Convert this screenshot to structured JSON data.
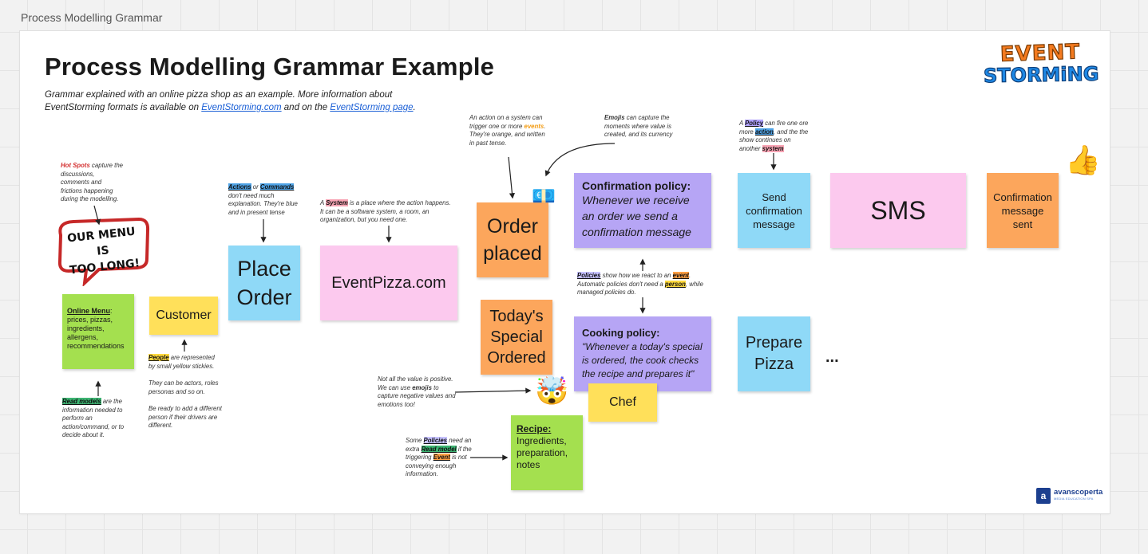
{
  "frame": {
    "label": "Process Modelling Grammar"
  },
  "header": {
    "title": "Process Modelling Grammar Example",
    "subtitle_line1": "Grammar explained with an online pizza shop as an example. More information about",
    "subtitle_prefix": "EventStorming formats is available on ",
    "link1": "EventStorming.com",
    "subtitle_mid": " and on the ",
    "link2": "EventStorming page",
    "subtitle_end": "."
  },
  "logo": {
    "line1": "EVENT",
    "line2": "STORMiNG",
    "color_primary": "#f47b20",
    "color_secondary": "#1e88e5"
  },
  "speech_bubble": {
    "text_line1": "OUR MENU IS",
    "text_line2": "TOO LONG!"
  },
  "stickies": {
    "online_menu": {
      "title": "Online Menu",
      "body": "prices, pizzas, ingredients, allergens, recommendations",
      "color": "#a4e04f"
    },
    "customer": {
      "text": "Customer",
      "color": "#ffe05a"
    },
    "place_order": {
      "text": "Place Order",
      "color": "#8fd9f7"
    },
    "eventpizza": {
      "text": "EventPizza.com",
      "color": "#fcc9ee"
    },
    "order_placed": {
      "text": "Order placed",
      "color": "#fca65c"
    },
    "todays_special": {
      "text": "Today's Special Ordered",
      "color": "#fca65c"
    },
    "confirmation_policy": {
      "title": "Confirmation policy:",
      "body": "Whenever we receive an order we send a confirmation message",
      "color": "#b6a5f5"
    },
    "cooking_policy": {
      "title": "Cooking policy:",
      "body": "\"Whenever a today's special is ordered, the cook checks the recipe and prepares it\"",
      "color": "#b6a5f5"
    },
    "send_confirmation": {
      "text": "Send confirmation message",
      "color": "#8fd9f7"
    },
    "sms": {
      "text": "SMS",
      "color": "#fcc9ee"
    },
    "confirmation_sent": {
      "text": "Confirmation message sent",
      "color": "#fca65c"
    },
    "prepare_pizza": {
      "text": "Prepare Pizza",
      "color": "#8fd9f7"
    },
    "chef": {
      "text": "Chef",
      "color": "#ffe05a"
    },
    "recipe": {
      "title": "Recipe:",
      "body": "Ingredients, preparation, notes",
      "color": "#a4e04f"
    },
    "ellipsis": "..."
  },
  "notes": {
    "hotspots": {
      "hl": "Hot Spots",
      "rest": " capture the discussions, comments and frictions happening during the modelling."
    },
    "actions": {
      "hl1": "Actions",
      "mid": " or ",
      "hl2": "Commands",
      "rest": " don't need much explanation. They're blue and in present tense"
    },
    "system": {
      "pre": "A ",
      "hl": "System",
      "rest": " is a place where the action happens. It can be a software system, a room, an organization, but you need one."
    },
    "event": {
      "pre": "An action on a system can trigger one or more ",
      "hl": "events",
      "rest": ". They're orange, and written in past tense."
    },
    "emojis": {
      "hl": "Emojis",
      "rest": " can capture the moments where value is created, and its currency"
    },
    "policy_top": {
      "pre": "A ",
      "hl1": "Policy",
      "mid1": " can fire one ore more ",
      "hl2": "action",
      "mid2": ", and the the show continues on another ",
      "hl3": "system"
    },
    "policies": {
      "hl1": "Policies",
      "mid1": " show how we react to an ",
      "hl2": "event",
      "mid2": ". Automatic policies don't need a ",
      "hl3": "person",
      "rest": ", while managed policies do."
    },
    "people": {
      "hl": "People",
      "rest": " are represented by small yellow stickies.",
      "p2": "They can be actors, roles personas and so on.",
      "p3": "Be ready to add a different person if their drivers are different."
    },
    "read_models": {
      "hl": "Read models",
      "rest": " are the information needed to perform an action/command, or to decide about it."
    },
    "negative": {
      "pre": "Not all the value is positive. We can use ",
      "b": "emojis",
      "rest": " to capture negative values and emotions too!"
    },
    "some_policies": {
      "pre": "Some ",
      "hl1": "Policies",
      "mid1": " need an extra ",
      "hl2": "Read model",
      "mid2": " if the triggering ",
      "hl3": "Event",
      "rest": " is not conveying enough information."
    }
  },
  "footer": {
    "brand": "avanscoperta",
    "tagline": "MEDIA EDUCATION SPA"
  }
}
